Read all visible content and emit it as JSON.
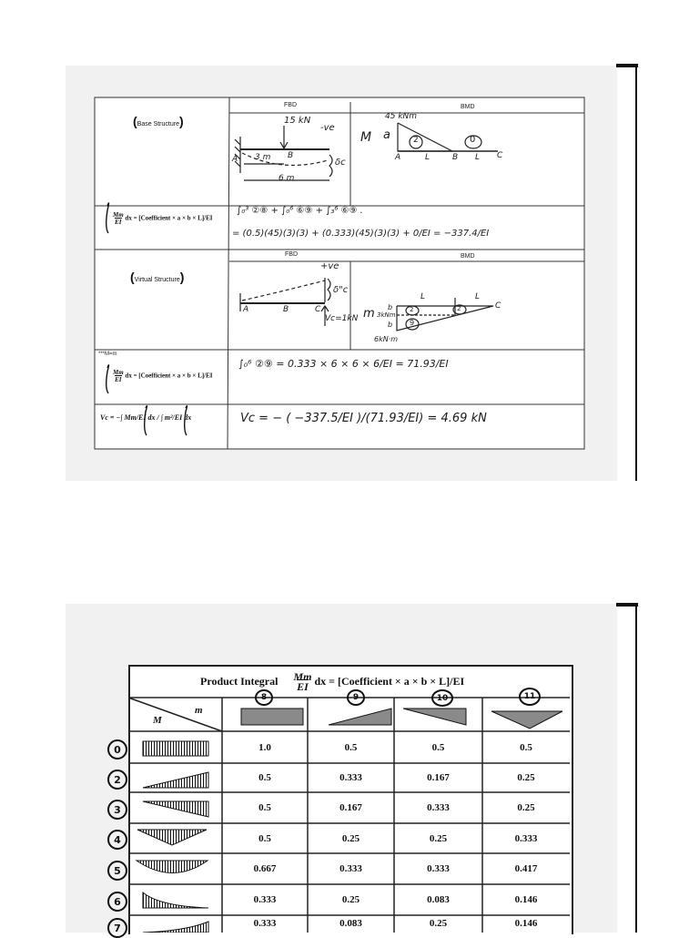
{
  "page1": {
    "header": {
      "fbd": "FBD",
      "bmd": "BMD"
    },
    "base_structure_label": "Base Structure",
    "base_fbd": {
      "load": "15 kN",
      "sign": "-ve",
      "deflection": "δc",
      "point_a": "A",
      "point_b": "B",
      "span1": "3 m",
      "span2": "6 m"
    },
    "base_bmd": {
      "moment": "45 kNm",
      "symbol_m": "M",
      "symbol_a": "a",
      "shape_num": "2",
      "zero_num": "0",
      "pt_a": "A",
      "pt_b": "B",
      "pt_c": "C",
      "len1": "L",
      "len2": "L"
    },
    "product_integral_label": "dx = [Coefficient × a × b × L]/EI",
    "integral_row1": {
      "line1": "∫₀³ ②⑧ + ∫₀⁶ ⑥⑨ + ∫₃⁶ ⑥⑨ .",
      "line2": "= (0.5)(45)(3)(3) + (0.333)(45)(3)(3) + 0/EI =   −337.4/EI"
    },
    "virtual_structure_label": "Virtual Structure",
    "virtual_fbd": {
      "sign": "+ve",
      "deflection": "δ\"c",
      "pt_a": "A",
      "pt_b": "B",
      "pt_c": "C",
      "reaction": "Vc=1kN"
    },
    "virtual_bmd": {
      "len1": "L",
      "len2": "L",
      "symbol_m": "m",
      "mid": "3kNm",
      "b1": "b",
      "b2": "b",
      "num1": "2",
      "num2": "9",
      "num3": "2",
      "pt_c": "C",
      "moment": "6kN·m"
    },
    "mm_note": "***M=m",
    "integral_row2": "∫₀⁶ ②⑨   =   0.333 × 6 × 6 × 6/EI  =  71.93/EI",
    "vc_formula_label": "Vc = −∫ Mm/EI dx / ∫ m²/EI dx",
    "vc_result": "Vc  =  − ( −337.5/EI )/(71.93/EI)  =  4.69 kN"
  },
  "page2": {
    "title": "Product Integral",
    "formula": "dx = [Coefficient × a × b × L]/EI",
    "corner_m": "m",
    "corner_M": "M",
    "col_nums": [
      "8",
      "9",
      "10",
      "11"
    ],
    "rows": [
      {
        "num": "0",
        "values": [
          "1.0",
          "0.5",
          "0.5",
          "0.5"
        ]
      },
      {
        "num": "2",
        "values": [
          "0.5",
          "0.333",
          "0.167",
          "0.25"
        ]
      },
      {
        "num": "3",
        "values": [
          "0.5",
          "0.167",
          "0.333",
          "0.25"
        ]
      },
      {
        "num": "4",
        "values": [
          "0.5",
          "0.25",
          "0.25",
          "0.333"
        ]
      },
      {
        "num": "5",
        "values": [
          "0.667",
          "0.333",
          "0.333",
          "0.417"
        ]
      },
      {
        "num": "6",
        "values": [
          "0.333",
          "0.25",
          "0.083",
          "0.146"
        ]
      },
      {
        "num": "7",
        "values": [
          "0.333",
          "0.083",
          "0.25",
          "0.146"
        ]
      }
    ]
  }
}
